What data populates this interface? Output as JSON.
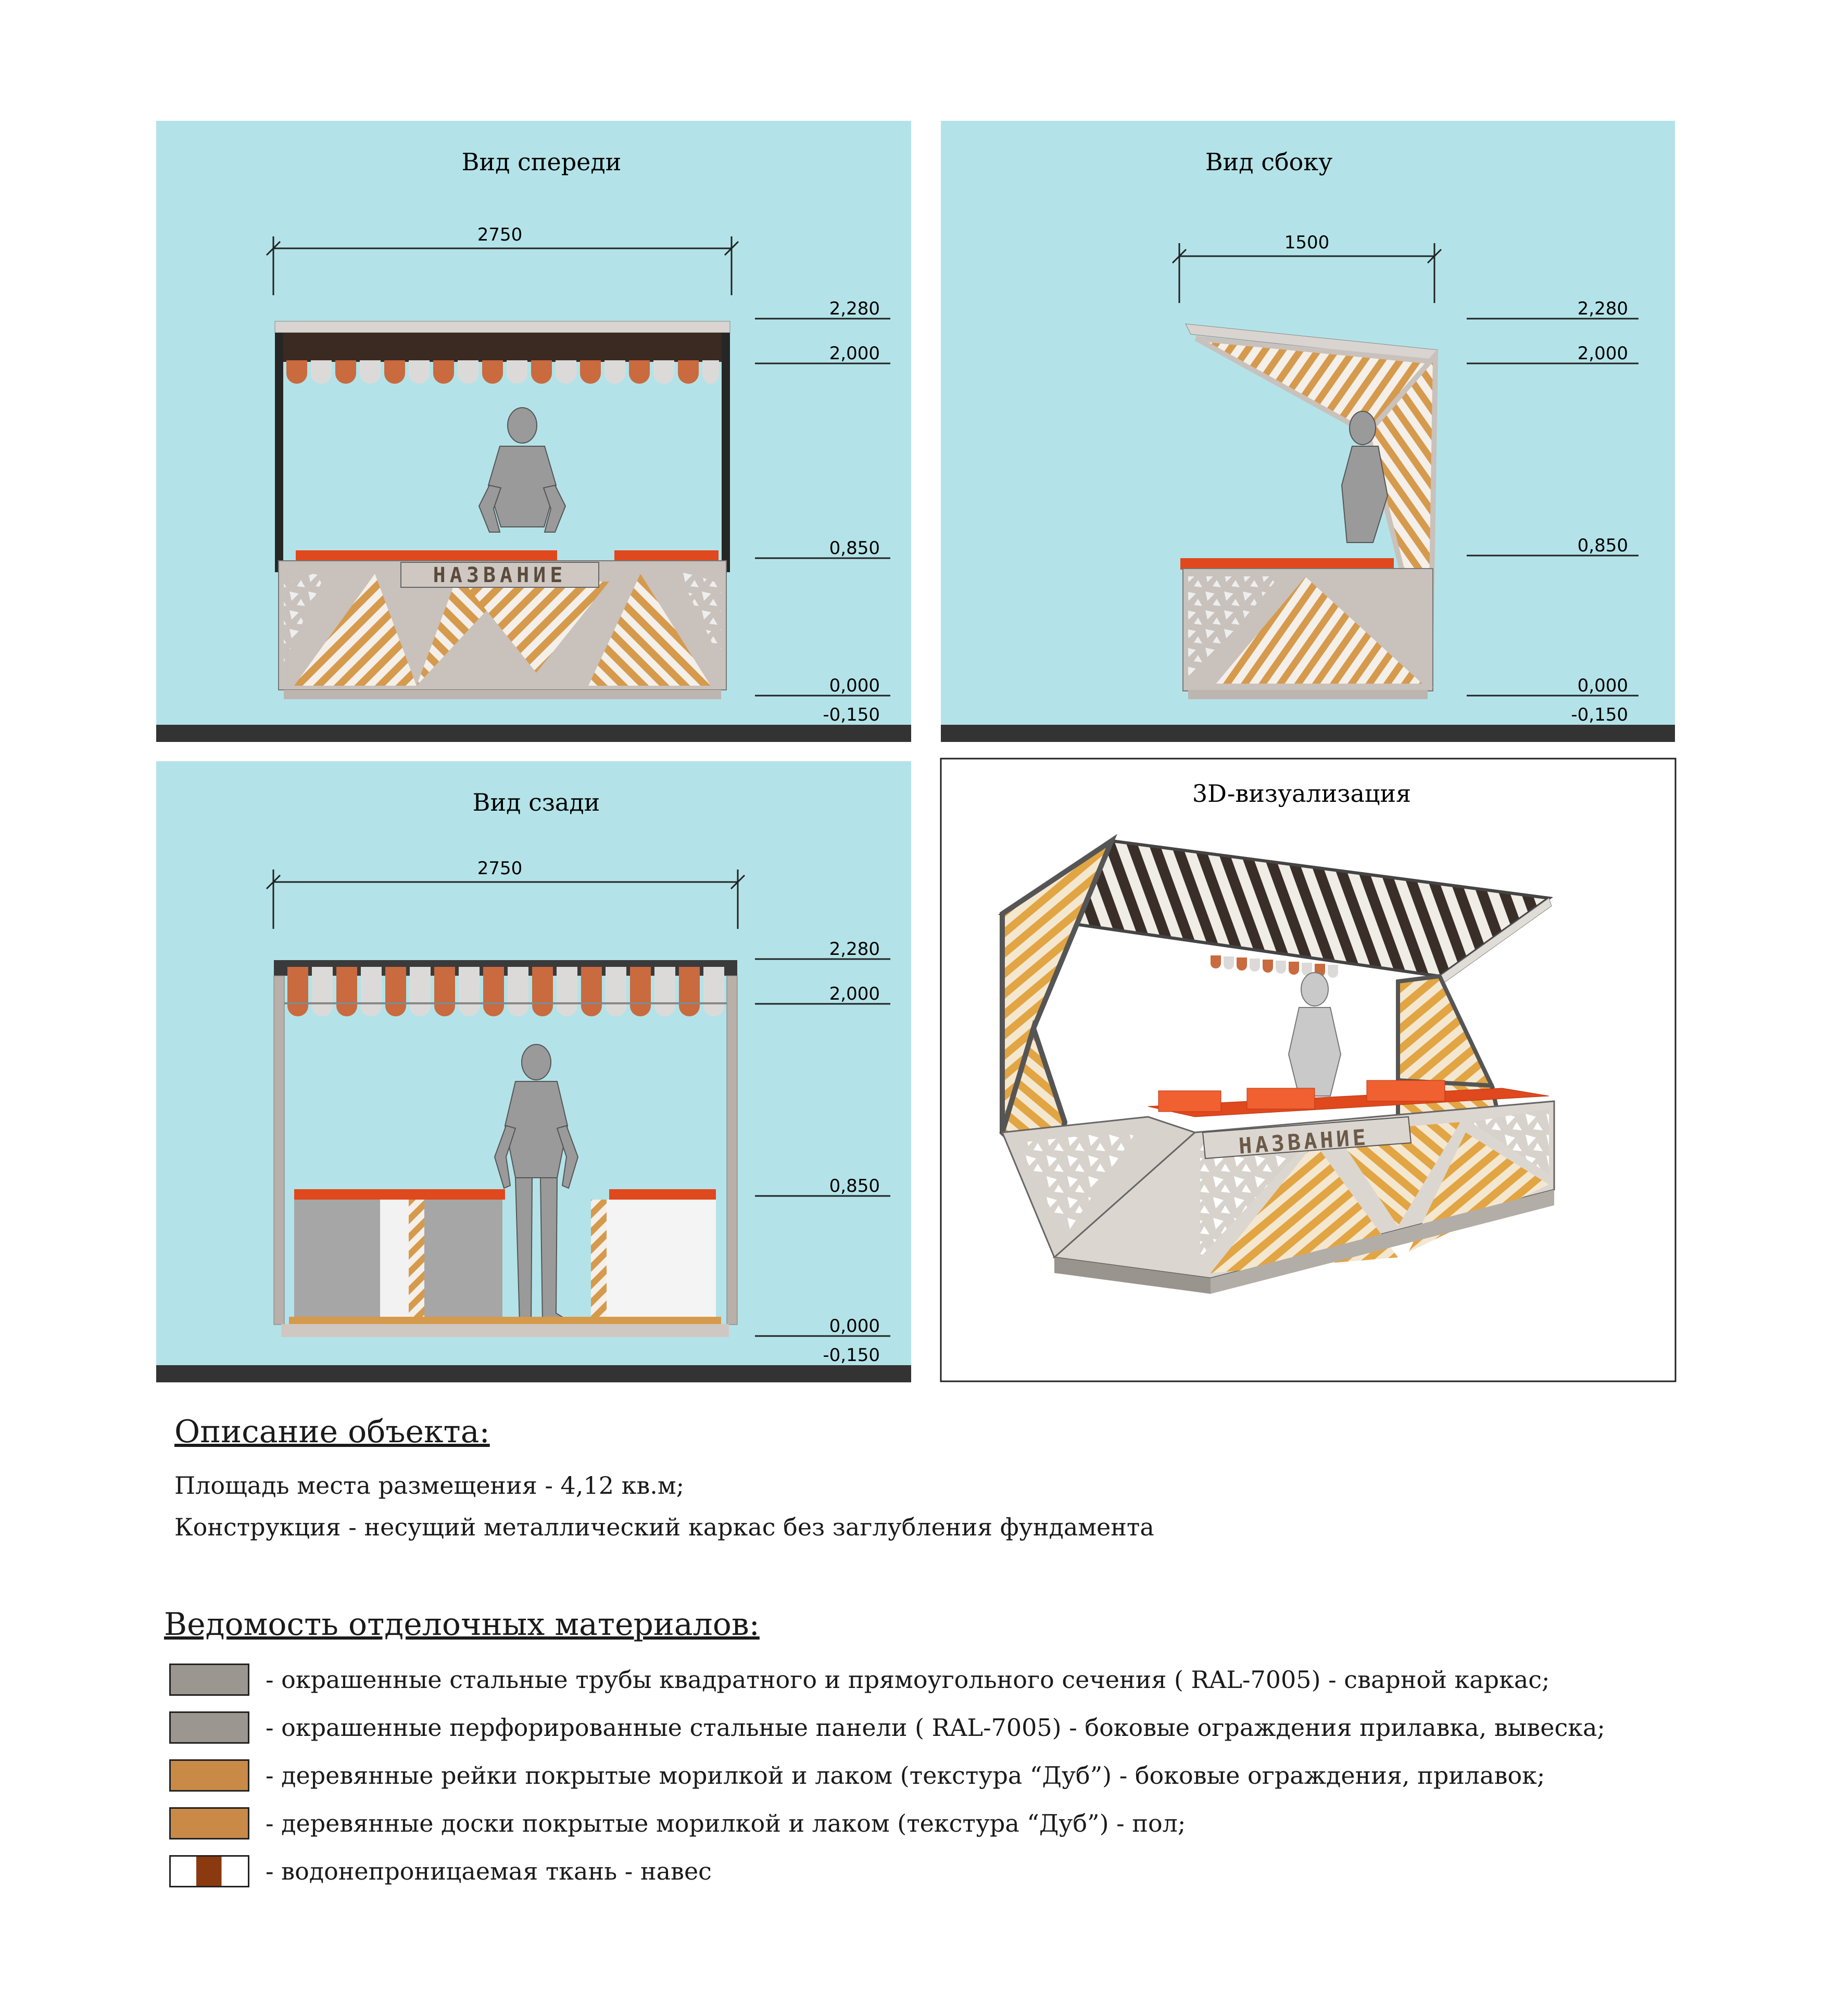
{
  "colors": {
    "sky": "#b3e3e8",
    "ground": "#333333",
    "frame_gray": "#b9b0aa",
    "wood": "#d69a4d",
    "awning_orange": "#c96a3f",
    "awning_light": "#dcdad8",
    "counter_red": "#e0481d"
  },
  "views": {
    "front": {
      "title": "Вид спереди",
      "width_dim": "2750",
      "sign": "НАЗВАНИЕ",
      "levels": [
        "2,280",
        "2,000",
        "0,850",
        "0,000",
        "-0,150"
      ]
    },
    "side": {
      "title": "Вид сбоку",
      "width_dim": "1500",
      "levels": [
        "2,280",
        "2,000",
        "0,850",
        "0,000",
        "-0,150"
      ]
    },
    "back": {
      "title": "Вид сзади",
      "width_dim": "2750",
      "levels": [
        "2,280",
        "2,000",
        "0,850",
        "0,000",
        "-0,150"
      ]
    },
    "render3d": {
      "title": "3D-визуализация",
      "sign": "НАЗВАНИЕ"
    }
  },
  "description": {
    "heading": "Описание объекта:",
    "lines": [
      "Площадь места размещения - 4,12 кв.м;",
      "Конструкция - несущий металлический каркас без заглубления фундамента"
    ]
  },
  "materials": {
    "heading": "Ведомость отделочных материалов:",
    "items": [
      {
        "color": "#9b9690",
        "text": "- окрашенные стальные трубы квадратного и прямоугольного сечения ( RAL-7005) - сварной каркас;"
      },
      {
        "color": "#9b9690",
        "text": "- окрашенные перфорированные стальные панели ( RAL-7005) - боковые ограждения прилавка, вывеска;"
      },
      {
        "color": "#c98a48",
        "text": "- деревянные рейки покрытые морилкой и лаком (текстура “Дуб”) - боковые ограждения, прилавок;"
      },
      {
        "color": "#c98a48",
        "text": "- деревянные доски покрытые морилкой и лаком (текстура “Дуб”) - пол;"
      },
      {
        "color": "#ffffff",
        "accent": "#8b3a10",
        "text": "- водонепроницаемая ткань - навес"
      }
    ]
  }
}
